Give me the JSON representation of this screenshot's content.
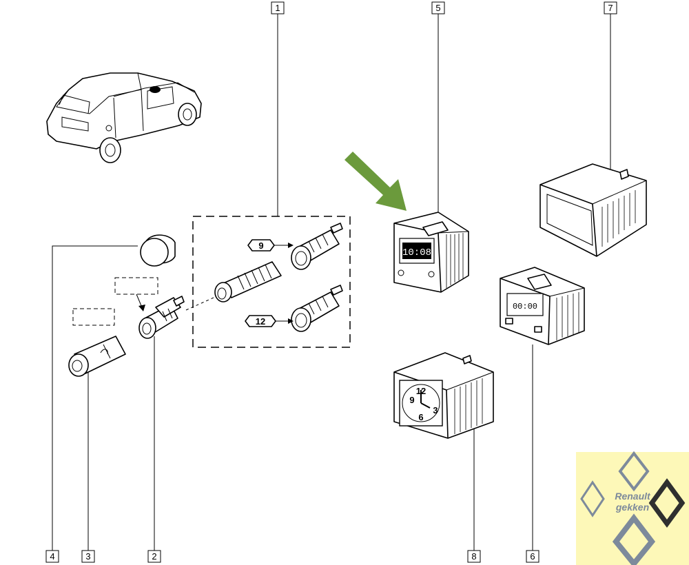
{
  "callouts": [
    {
      "id": "callout-1",
      "label": "1"
    },
    {
      "id": "callout-5",
      "label": "5"
    },
    {
      "id": "callout-7",
      "label": "7"
    },
    {
      "id": "callout-4",
      "label": "4"
    },
    {
      "id": "callout-3",
      "label": "3"
    },
    {
      "id": "callout-2",
      "label": "2"
    },
    {
      "id": "callout-8",
      "label": "8"
    },
    {
      "id": "callout-6",
      "label": "6"
    }
  ],
  "variants": {
    "v9": "9",
    "v12": "12"
  },
  "logo": {
    "line1": "Renault",
    "line2": "gekken"
  },
  "clock": {
    "n12": "12",
    "n3": "3",
    "n6": "6",
    "n9": "9"
  },
  "colors": {
    "arrow": "#6b9a3c",
    "logo_bg": "#fdf8b8",
    "logo_text": "#7d8a9b"
  }
}
